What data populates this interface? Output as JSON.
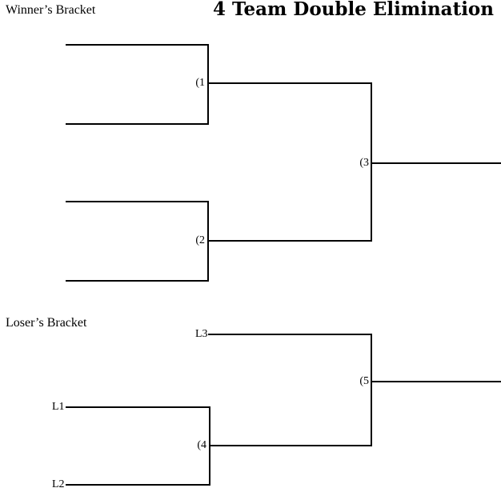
{
  "page": {
    "background_color": "#ffffff",
    "line_color": "#000000",
    "text_color": "#000000"
  },
  "title": "4 Team Double Elimination",
  "winners_bracket": {
    "label": "Winner’s Bracket",
    "matches": [
      {
        "number": "(1"
      },
      {
        "number": "(2"
      },
      {
        "number": "(3"
      }
    ]
  },
  "losers_bracket": {
    "label": "Loser’s Bracket",
    "entrants": [
      {
        "label": "L1"
      },
      {
        "label": "L2"
      },
      {
        "label": "L3"
      }
    ],
    "matches": [
      {
        "number": "(4"
      },
      {
        "number": "(5"
      }
    ]
  }
}
